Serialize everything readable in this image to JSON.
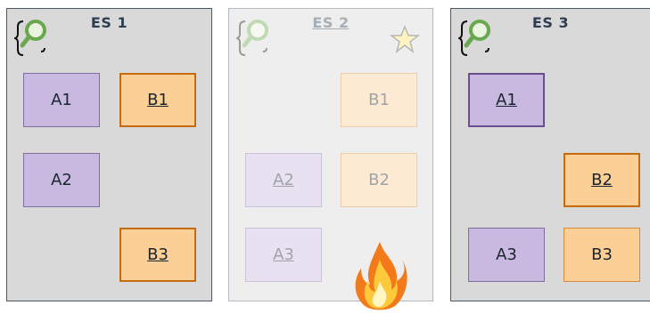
{
  "panels": [
    {
      "title": "ES 1",
      "boxes": [
        {
          "label": "A1"
        },
        {
          "label": "B1"
        },
        {
          "label": "A2"
        },
        {
          "label": "B3"
        }
      ]
    },
    {
      "title": "ES 2",
      "boxes": [
        {
          "label": "B1"
        },
        {
          "label": "A2"
        },
        {
          "label": "B2"
        },
        {
          "label": "A3"
        }
      ]
    },
    {
      "title": "ES 3",
      "boxes": [
        {
          "label": "A1"
        },
        {
          "label": "B2"
        },
        {
          "label": "A3"
        },
        {
          "label": "B3"
        }
      ]
    }
  ],
  "colors": {
    "panel_bg": "#d9d9d9",
    "purple_fill": "#c9b9e0",
    "orange_fill": "#fbcf95",
    "orange_accent": "#d98a3a",
    "purple_accent": "#6a4f8e",
    "logo_green": "#6aa84f"
  },
  "icons": {
    "logo": "search-logo-icon",
    "star": "star-icon",
    "flame": "fire-icon"
  }
}
